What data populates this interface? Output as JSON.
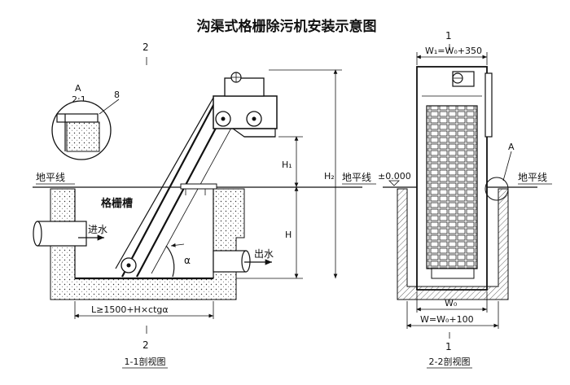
{
  "title": "沟渠式格栅除污机安装示意图",
  "left_view": {
    "section_mark_top": "2",
    "section_mark_bottom": "2",
    "caption": "1-1剖视图",
    "ground_label": "地平线",
    "channel_label": "格栅槽",
    "inlet_label": "进水",
    "outlet_label": "出水",
    "angle_label": "α",
    "h1_label": "H₁",
    "h_label": "H",
    "h2_label": "H₂",
    "length_formula": "L≥1500+H×ctgα",
    "detail_label": "A",
    "detail_scale": "2:1",
    "detail_part_no": "8"
  },
  "right_view": {
    "section_mark_top": "1",
    "section_mark_bottom": "1",
    "caption": "2-2剖视图",
    "ground_label_left": "地平线",
    "ground_label_right": "地平线",
    "elevation_label": "±0.000",
    "detail_label": "A",
    "w1_formula": "W₁=W₀+350",
    "w0_label": "W₀",
    "w_formula": "W=W₀+100"
  }
}
